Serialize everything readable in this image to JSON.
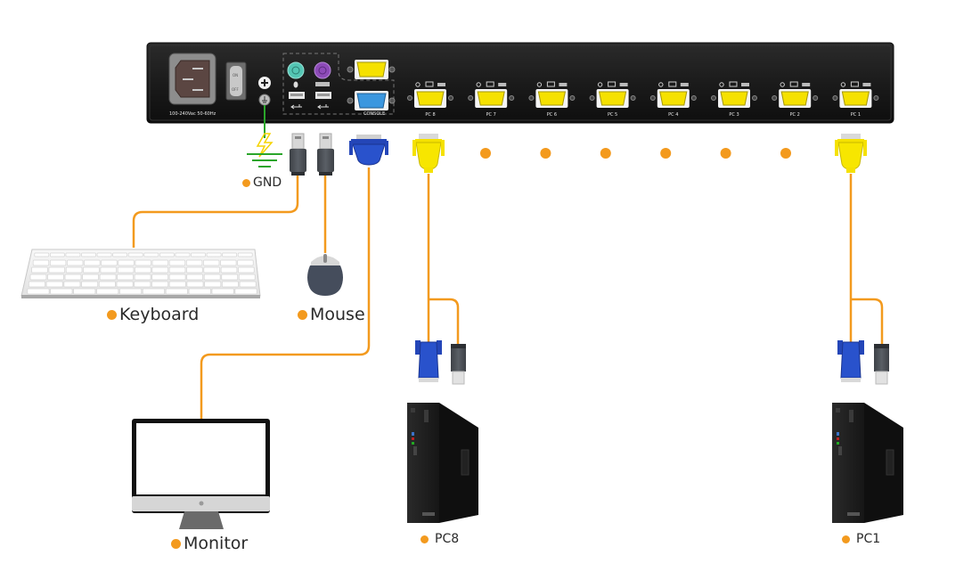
{
  "diagram": {
    "type": "KVM switch connection diagram",
    "device": {
      "power_rating": "100-240Vac 50-60Hz",
      "switch_on": "ON",
      "switch_off": "OFF",
      "console_label": "CONSOLE",
      "ports": [
        "PC 8",
        "PC 7",
        "PC 6",
        "PC 5",
        "PC 4",
        "PC 3",
        "PC 2",
        "PC 1"
      ]
    },
    "labels": {
      "gnd": "GND",
      "keyboard": "Keyboard",
      "mouse": "Mouse",
      "monitor": "Monitor",
      "pc8": "PC8",
      "pc1": "PC1"
    },
    "colors": {
      "cable": "#f39a1e",
      "ground": "#2aa52a",
      "vga_pc": "#f5e100",
      "vga_console": "#2446b8",
      "device_body": "#1a1a1a",
      "dot": "#f39a1e"
    },
    "connection_dots_count": 6
  }
}
